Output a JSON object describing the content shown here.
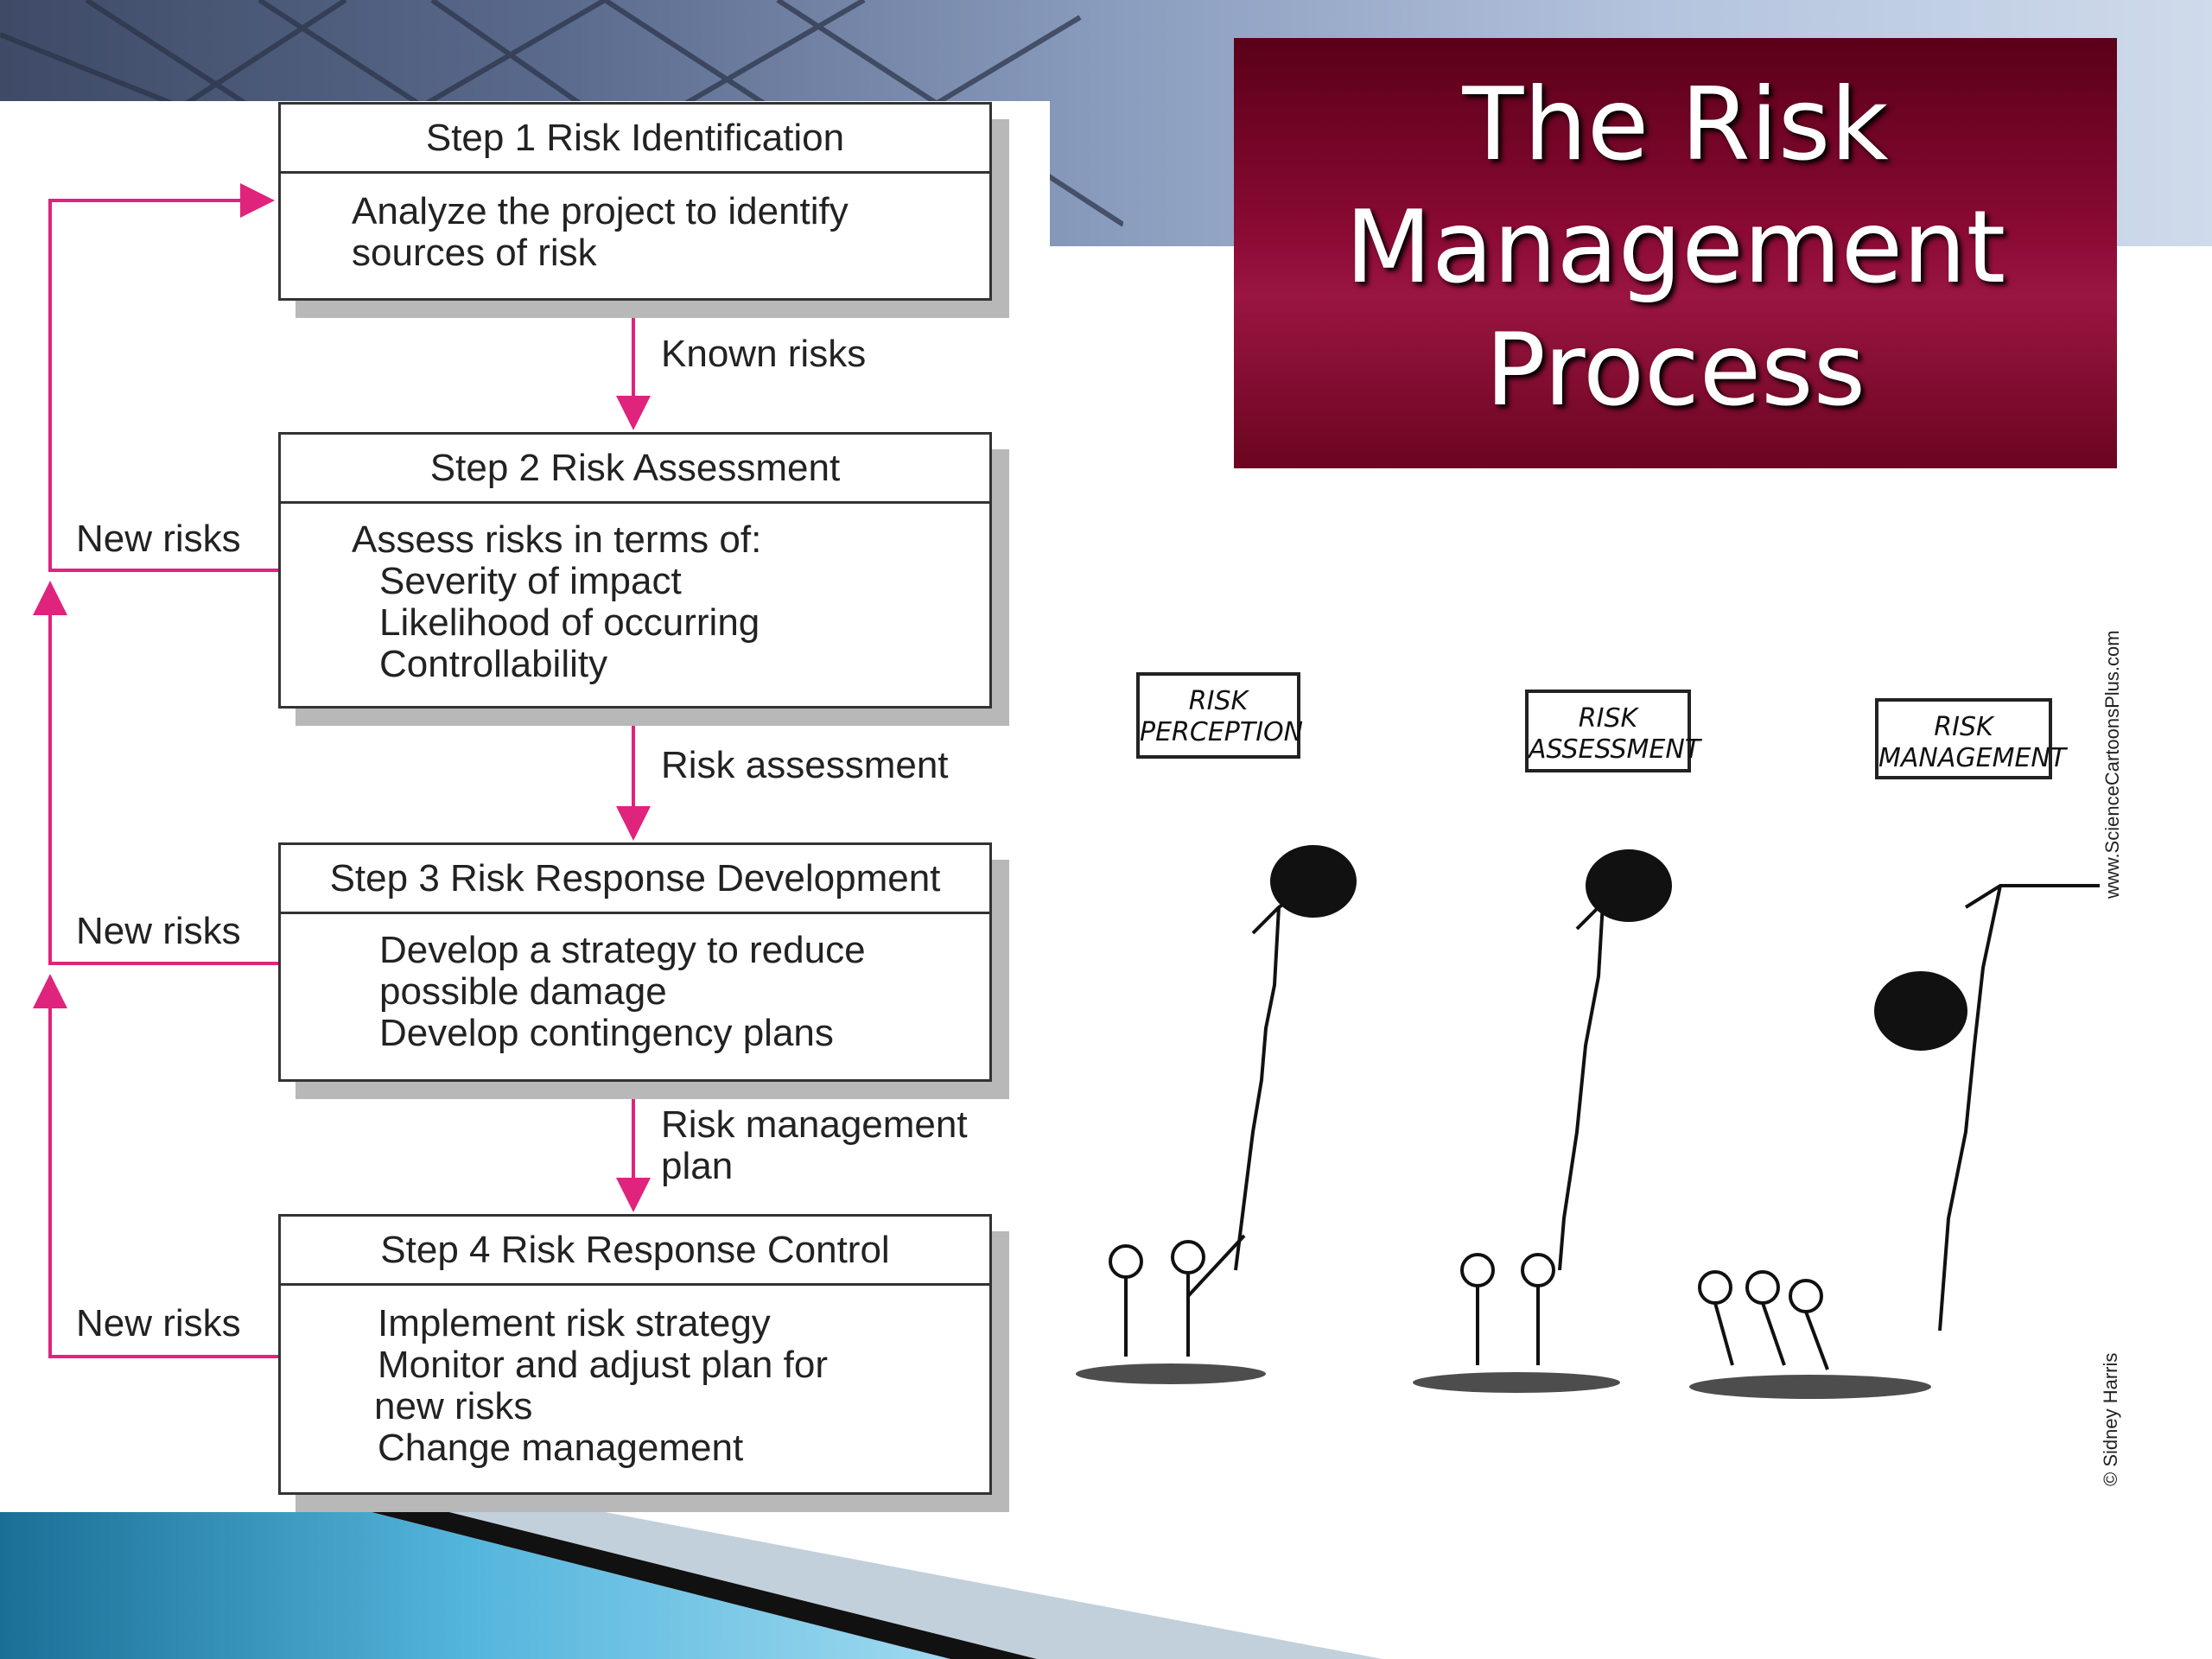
{
  "title": "The Risk Management Process",
  "colors": {
    "arrow": "#e0237c",
    "title_bg": "#8a0a34"
  },
  "steps": [
    {
      "head": "Step 1 Risk Identification",
      "body": [
        "Analyze the project to identify",
        "sources of risk"
      ]
    },
    {
      "head": "Step 2 Risk Assessment",
      "body": [
        "Assess risks in terms of:",
        "Severity of impact",
        "Likelihood of occurring",
        "Controllability"
      ]
    },
    {
      "head": "Step 3 Risk Response Development",
      "body": [
        "Develop a strategy to reduce",
        "possible damage",
        "Develop contingency plans"
      ]
    },
    {
      "head": "Step 4 Risk Response Control",
      "body": [
        "Implement risk strategy",
        "Monitor and adjust plan for",
        "new risks",
        "Change management"
      ]
    }
  ],
  "flow_labels": {
    "known": "Known risks",
    "assessment": "Risk assessment",
    "plan_line1": "Risk management",
    "plan_line2": "plan"
  },
  "feedback": [
    "New risks",
    "New risks",
    "New risks"
  ],
  "cartoon": {
    "signs": [
      "RISK PERCEPTION",
      "RISK ASSESSMENT",
      "RISK MANAGEMENT"
    ],
    "credit_url": "www.ScienceCartoonsPlus.com",
    "credit_artist": "© Sidney Harris"
  }
}
